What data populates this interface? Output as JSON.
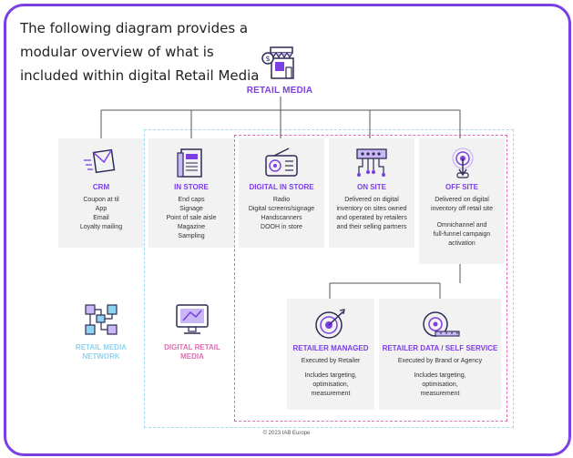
{
  "intro_lines": [
    "The following diagram provides a",
    "modular overview of what is",
    "included within digital Retail Media"
  ],
  "root_title": "RETAIL MEDIA",
  "cards": [
    {
      "title": "CRM",
      "lines": [
        "Coupon at til",
        "App",
        "Email",
        "Loyalty mailing"
      ]
    },
    {
      "title": "IN STORE",
      "lines": [
        "End caps",
        "Signage",
        "Point of sale aisle",
        "Magazine",
        "Sampling"
      ]
    },
    {
      "title": "DIGITAL IN STORE",
      "lines": [
        "Radio",
        "Digital screens/signage",
        "Handscanners",
        "DOOH in store"
      ]
    },
    {
      "title": "ON SITE",
      "lines": [
        "Delivered on digital",
        "inventory on sites owned",
        "and operated by retailers",
        "and their selling partners"
      ]
    },
    {
      "title": "OFF SITE",
      "lines": [
        "Delivered on digital",
        "inventory off retail site",
        "",
        "Omnichannel and",
        "full-funnel campaign",
        "activation"
      ]
    },
    {
      "title": "RETAILER MANAGED",
      "lines": [
        "Executed by Retailer",
        "",
        "Includes targeting,",
        "optimisation,",
        "measurement"
      ]
    },
    {
      "title": "RETAILER DATA / SELF SERVICE",
      "lines": [
        "Executed by Brand or Agency",
        "",
        "Includes targeting,",
        "optimisation,",
        "measurement"
      ]
    }
  ],
  "legend": {
    "network_lines": [
      "RETAIL MEDIA",
      "NETWORK"
    ],
    "digital_lines": [
      "DIGITAL RETAIL",
      "MEDIA"
    ]
  },
  "colors": {
    "purple": "#7b3fe4",
    "light_blue": "#8fd3f0",
    "pink": "#e36bb4",
    "line": "#555555"
  },
  "copyright": "© 2023 IAB Europe"
}
